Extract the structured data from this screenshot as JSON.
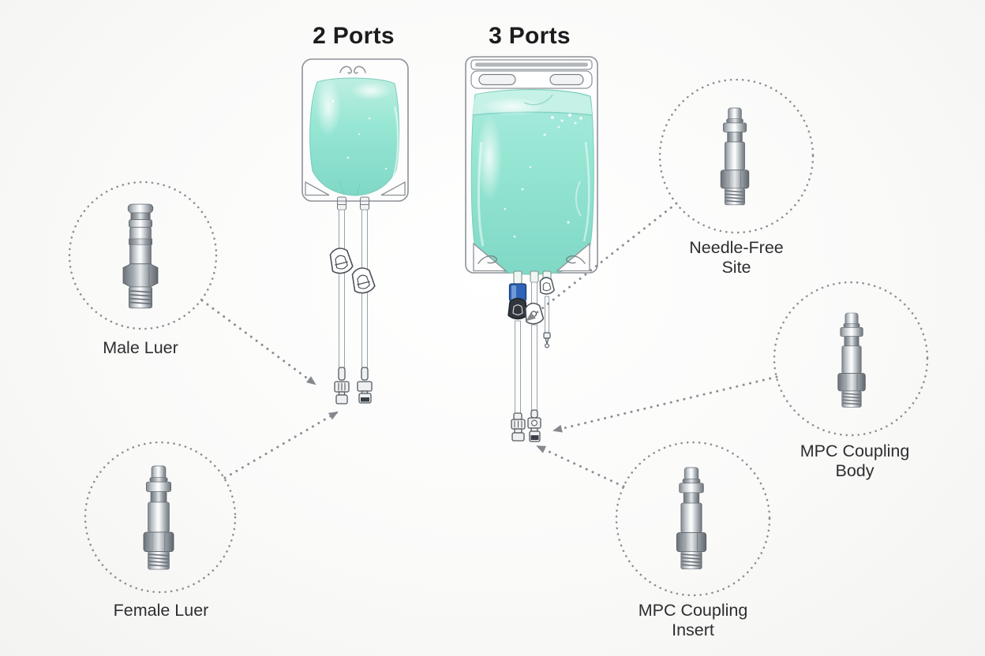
{
  "titles": {
    "bag2": "2 Ports",
    "bag3": "3 Ports"
  },
  "callouts": {
    "male_luer": {
      "label": "Male Luer"
    },
    "female_luer": {
      "label": "Female Luer"
    },
    "needle_free": {
      "label": "Needle-Free Site"
    },
    "mpc_body": {
      "label": "MPC Coupling Body"
    },
    "mpc_insert": {
      "label": "MPC Coupling Insert"
    }
  },
  "colors": {
    "bag_fill": "#97e6d4",
    "bag_fill_light": "#cdf2e9",
    "bag_fill_deep": "#7fd8c5",
    "clamp_blue": "#2f63b5",
    "dotted_gray": "#8b8f93",
    "outline_gray": "#8d9297",
    "text_dark": "#1c1c1e"
  }
}
